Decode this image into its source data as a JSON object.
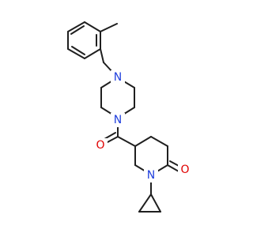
{
  "colors": {
    "bond": "#1f1f1f",
    "nitrogen": "#1f3fdd",
    "oxygen": "#e00000",
    "background": "#ffffff"
  },
  "atoms": {
    "n_piperazine_top": "N",
    "n_piperazine_bottom": "N",
    "o_amide_carbonyl": "O",
    "n_piperidinone": "N",
    "o_lactam": "O"
  }
}
